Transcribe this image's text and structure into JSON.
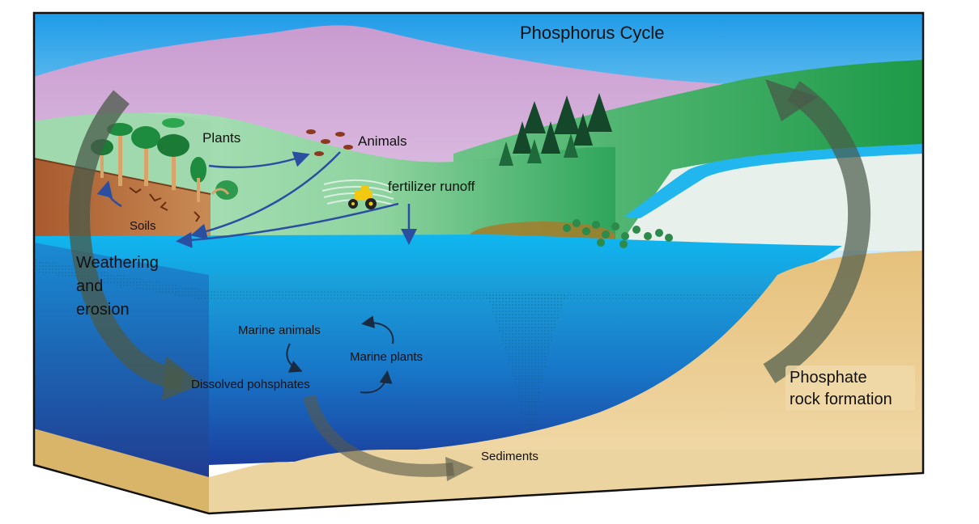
{
  "title": "Phosphorus Cycle",
  "labels": {
    "plants": "Plants",
    "animals": "Animals",
    "fertilizer_runoff": "fertilizer runoff",
    "soils": "Soils",
    "weathering_line1": "Weathering",
    "weathering_line2": "and",
    "weathering_line3": "erosion",
    "marine_animals": "Marine animals",
    "marine_plants": "Marine plants",
    "dissolved_phosphates": "Dissolved pohsphates",
    "sediments": "Sediments",
    "phosphate_line1": "Phosphate",
    "phosphate_line2": "rock formation"
  },
  "colors": {
    "sky_top": "#1e9be8",
    "sky_bottom": "#bfe6f7",
    "mountain": "#d9b3d9",
    "hill_green": "#7ecb8f",
    "dark_green": "#1f9a4a",
    "soil": "#b8693a",
    "water_surface": "#1ab4ea",
    "deep_water": "#1a4fb0",
    "sediment": "#e5c07a",
    "arrow_gray": "#6f6f5f",
    "arrow_blue": "#2a4fa0",
    "tractor": "#f2c811"
  }
}
